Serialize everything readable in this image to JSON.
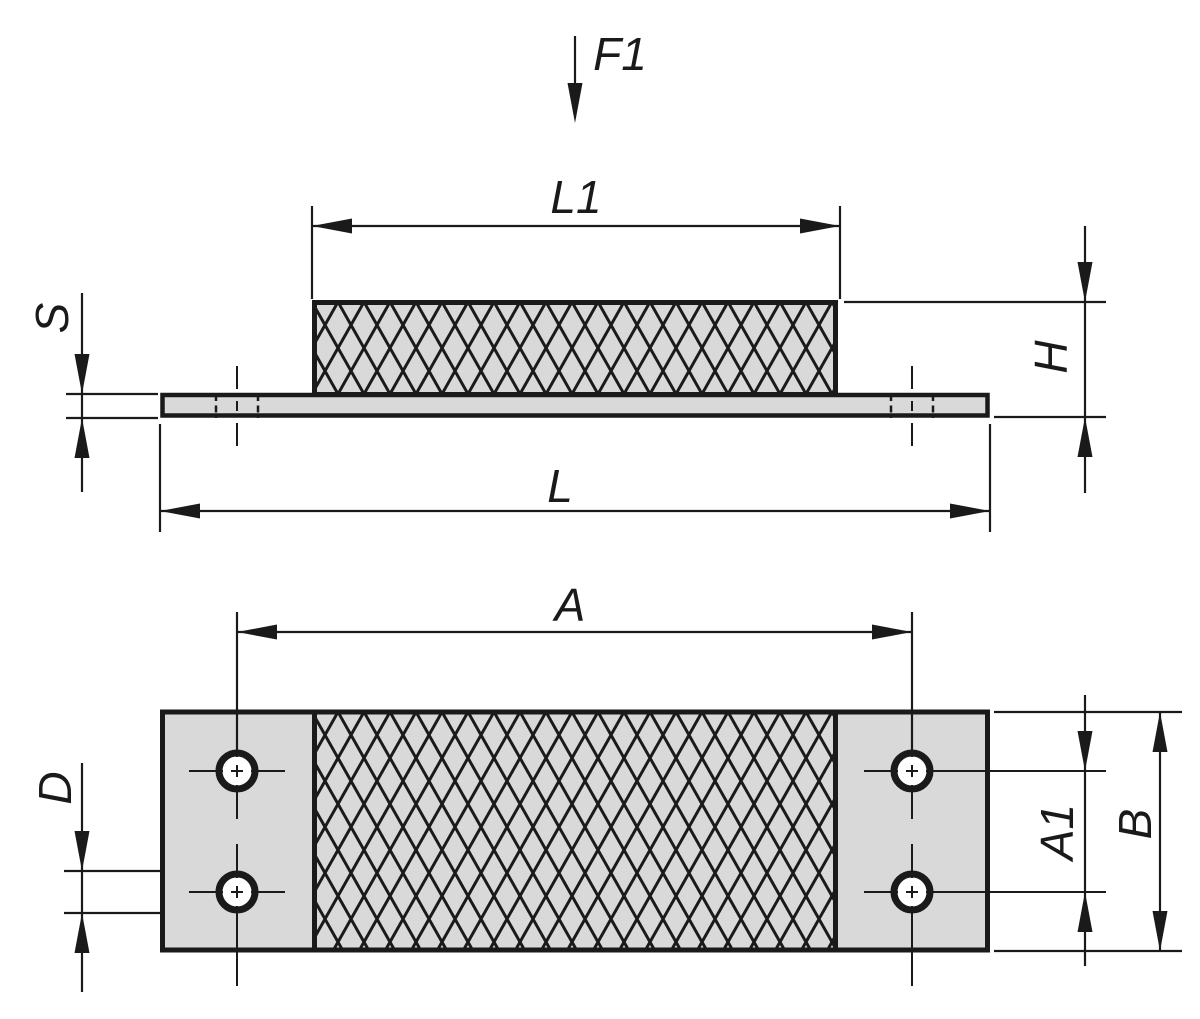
{
  "drawing": {
    "force_label": "F1",
    "dimensions": {
      "l1": "L1",
      "s": "S",
      "h": "H",
      "l": "L",
      "a": "A",
      "d": "D",
      "a1": "A1",
      "b": "B"
    },
    "colors": {
      "line": "#1a1a1a",
      "fill": "#d9d9d9",
      "hole": "#ffffff",
      "background": "#ffffff"
    }
  }
}
